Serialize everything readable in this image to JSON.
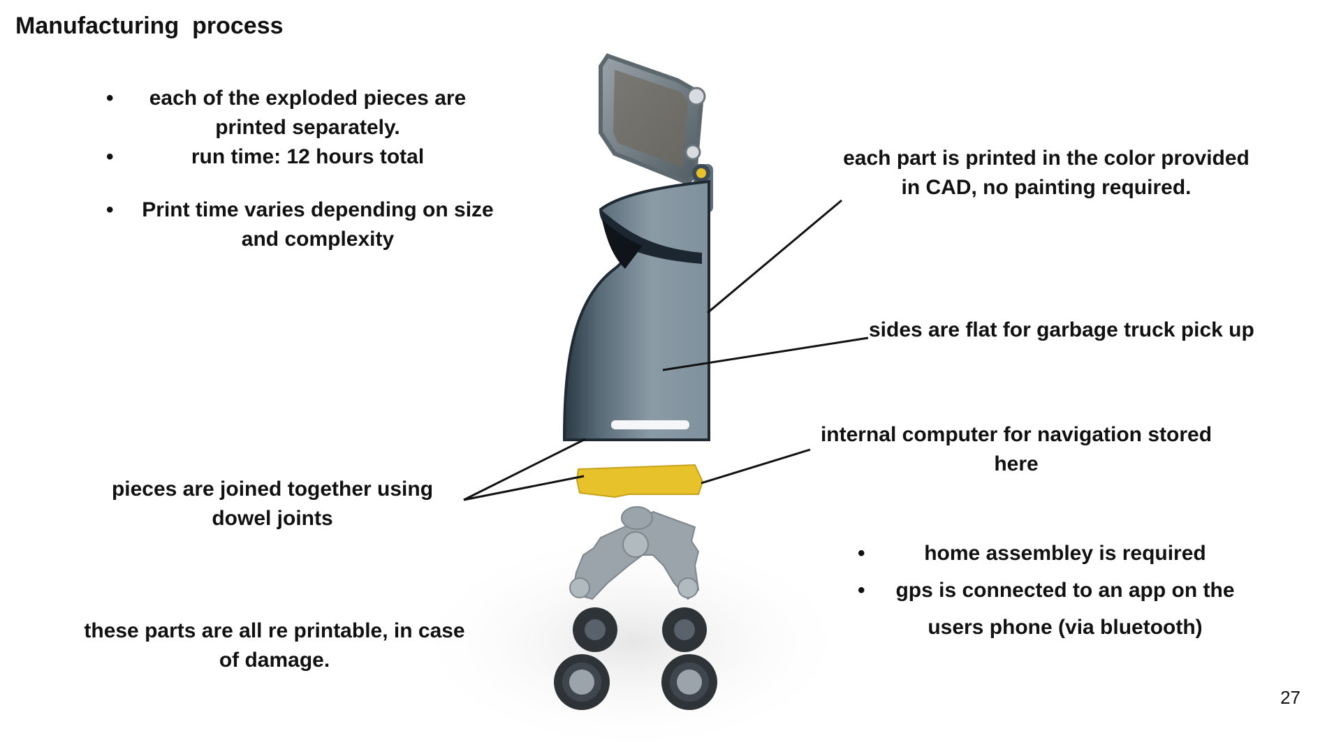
{
  "slide": {
    "title": "Manufacturing  process",
    "page_number": "27"
  },
  "top_left_bullets": [
    "each of the exploded pieces are printed separately.",
    "run time: 12 hours total"
  ],
  "left_bullet_extra": "Print time varies depending on size and complexity",
  "callouts": {
    "color": "each part is printed in the color provided in CAD, no painting required.",
    "sides": "sides are flat for garbage truck pick up",
    "computer": "internal computer for navigation stored here",
    "joints": "pieces are joined together using dowel joints",
    "reprintable": "these parts are all re printable, in case of damage."
  },
  "right_bullets": [
    "home assembley is required",
    "gps is connected to an app on the users phone (via bluetooth)"
  ],
  "colors": {
    "body_gray": "#7f919c",
    "body_dark": "#2b3a45",
    "yellow_part": "#e8c22a",
    "wheel": "#2e3338",
    "axle": "#9aa4aa"
  }
}
